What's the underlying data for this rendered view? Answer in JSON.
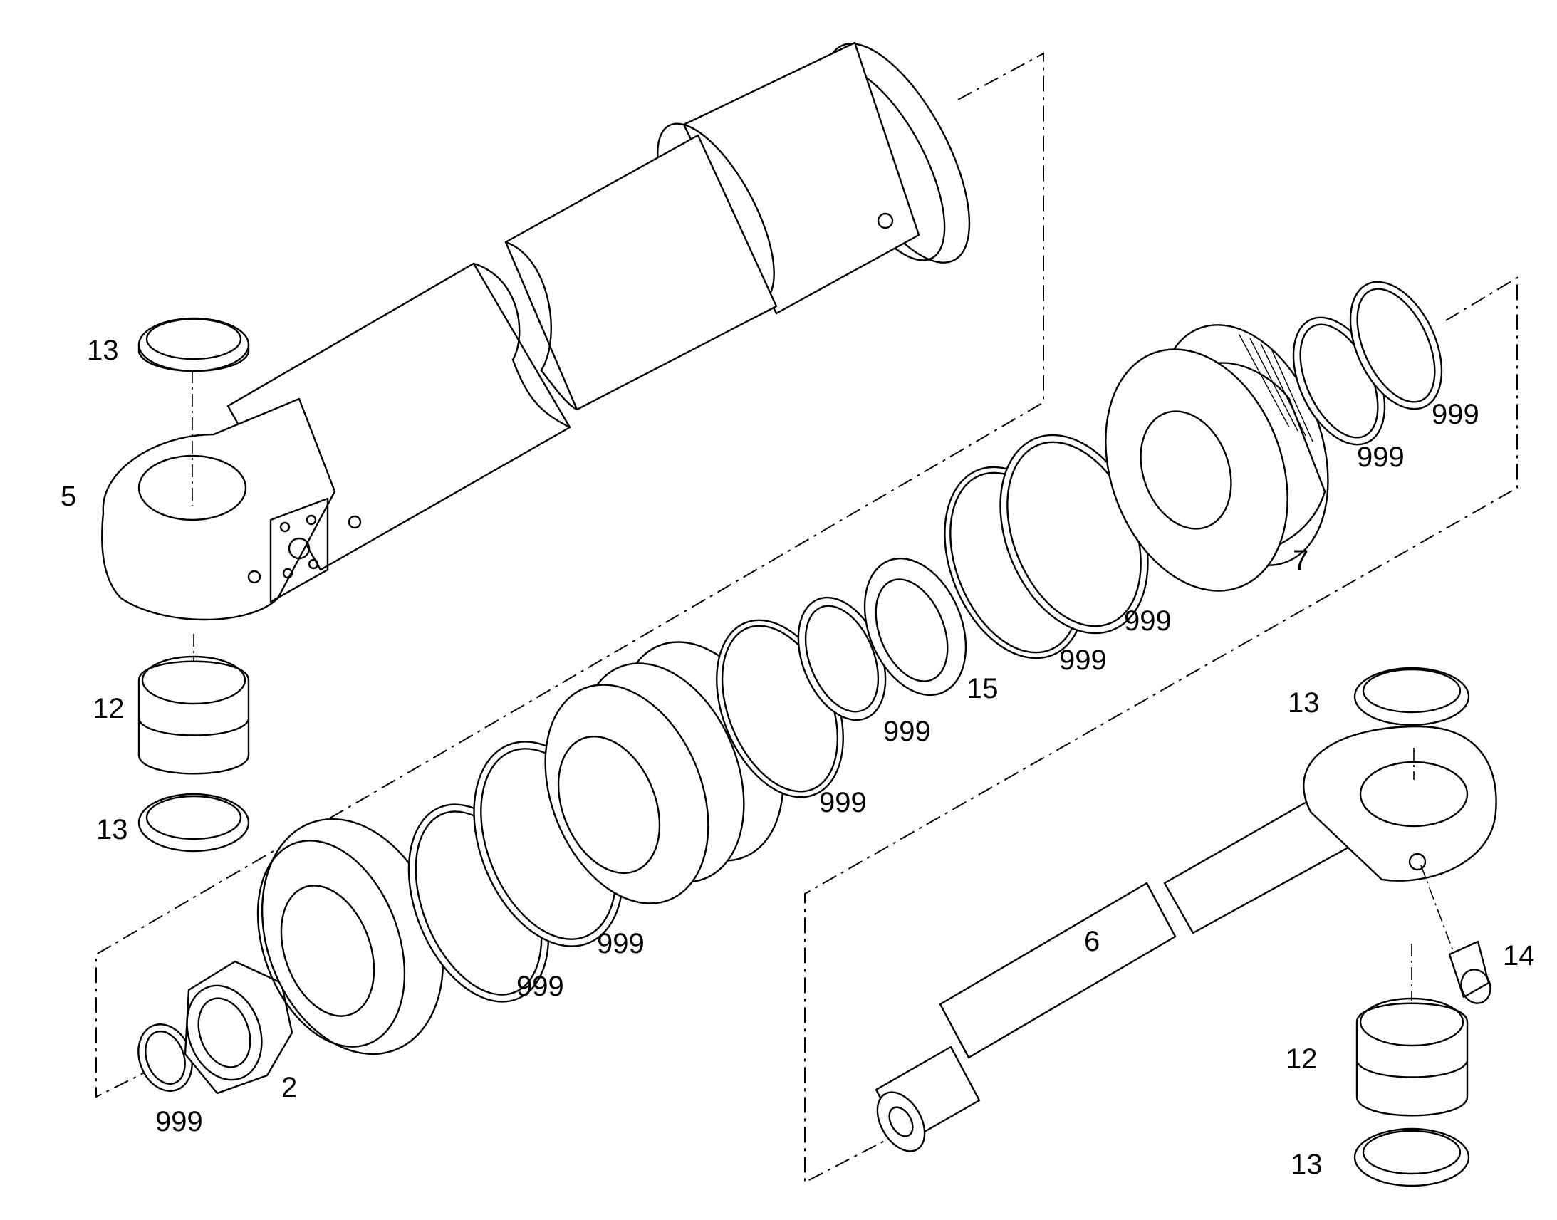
{
  "callouts": {
    "c13_top_left": "13",
    "c5": "5",
    "c12_left": "12",
    "c13_mid_left": "13",
    "c999_nut_seal": "999",
    "c2": "2",
    "c999_ring_a": "999",
    "c999_ring_b": "999",
    "c999_ring_c": "999",
    "c999_ring_d": "999",
    "c15": "15",
    "c999_ring_e": "999",
    "c999_ring_f": "999",
    "c7": "7",
    "c999_head_a": "999",
    "c999_head_b": "999",
    "c13_right_top": "13",
    "c6": "6",
    "c14": "14",
    "c12_right": "12",
    "c13_right_bottom": "13"
  }
}
